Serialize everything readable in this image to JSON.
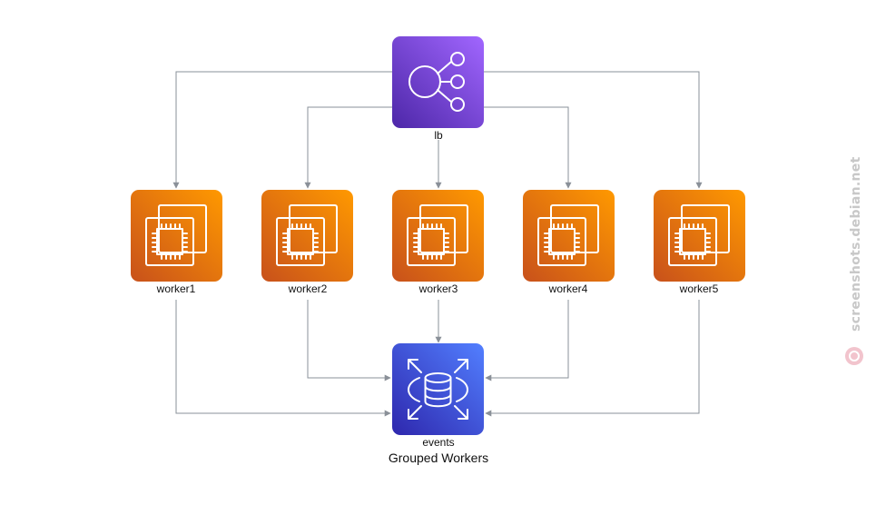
{
  "caption": "Grouped Workers",
  "nodes": {
    "lb": {
      "label": "lb",
      "icon": "elastic-load-balancing-icon"
    },
    "worker1": {
      "label": "worker1",
      "icon": "ec2-instances-icon"
    },
    "worker2": {
      "label": "worker2",
      "icon": "ec2-instances-icon"
    },
    "worker3": {
      "label": "worker3",
      "icon": "ec2-instances-icon"
    },
    "worker4": {
      "label": "worker4",
      "icon": "ec2-instances-icon"
    },
    "worker5": {
      "label": "worker5",
      "icon": "ec2-instances-icon"
    },
    "events": {
      "label": "events",
      "icon": "rds-database-icon"
    }
  },
  "edges": [
    [
      "lb",
      "worker1"
    ],
    [
      "lb",
      "worker2"
    ],
    [
      "lb",
      "worker3"
    ],
    [
      "lb",
      "worker4"
    ],
    [
      "lb",
      "worker5"
    ],
    [
      "worker1",
      "events"
    ],
    [
      "worker2",
      "events"
    ],
    [
      "worker3",
      "events"
    ],
    [
      "worker4",
      "events"
    ],
    [
      "worker5",
      "events"
    ]
  ],
  "colors": {
    "lb": "#8c4fff",
    "worker": "#ed7100",
    "events": "#3b48cc",
    "edge": "#8a9098"
  },
  "watermark": "screenshots.debian.net"
}
